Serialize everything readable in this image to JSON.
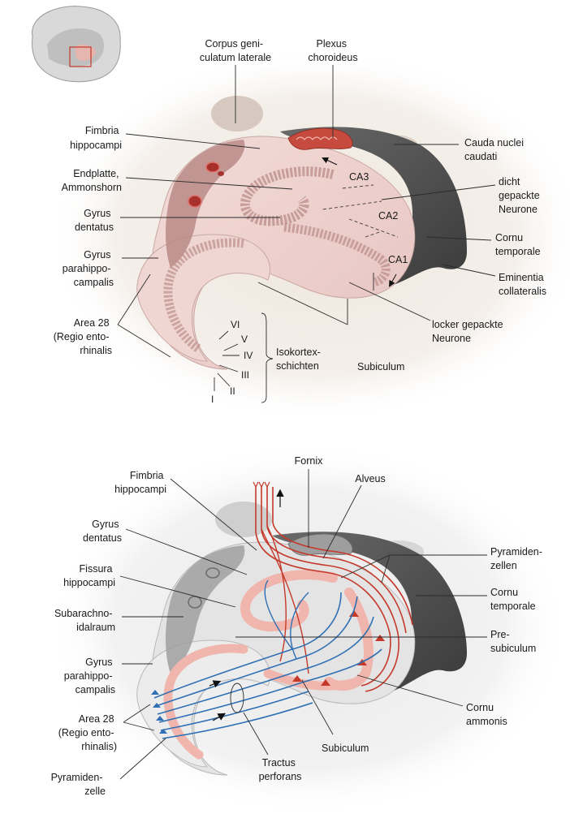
{
  "top_panel": {
    "labels": {
      "corpus_geniculatum": [
        "Corpus geni-",
        "culatum laterale"
      ],
      "plexus_choroideus": [
        "Plexus",
        "choroideus"
      ],
      "fimbria": [
        "Fimbria",
        "hippocampi"
      ],
      "cauda_nuclei": [
        "Cauda nuclei",
        "caudati"
      ],
      "endplatte": [
        "Endplatte,",
        "Ammonshorn"
      ],
      "dicht_gepackte": [
        "dicht",
        "gepackte",
        "Neurone"
      ],
      "gyrus_dentatus": [
        "Gyrus",
        "dentatus"
      ],
      "gyrus_parahippocampalis": [
        "Gyrus",
        "parahippo-",
        "campalis"
      ],
      "cornu_temporale": [
        "Cornu",
        "temporale"
      ],
      "eminentia_collateralis": [
        "Eminentia",
        "collateralis"
      ],
      "area_28": [
        "Area 28",
        "(Regio ento-",
        "rhinalis"
      ],
      "locker_gepackte": [
        "locker gepackte",
        "Neurone"
      ],
      "isokortex": [
        "Isokortex-",
        "schichten"
      ],
      "subiculum": [
        "Subiculum"
      ],
      "ca3": "CA3",
      "ca2": "CA2",
      "ca1": "CA1",
      "layers": [
        "VI",
        "V",
        "IV",
        "III",
        "II",
        "I"
      ]
    }
  },
  "bottom_panel": {
    "labels": {
      "fornix": [
        "Fornix"
      ],
      "alveus": [
        "Alveus"
      ],
      "fimbria": [
        "Fimbria",
        "hippocampi"
      ],
      "gyrus_dentatus": [
        "Gyrus",
        "dentatus"
      ],
      "pyramidenzellen": [
        "Pyramiden-",
        "zellen"
      ],
      "fissura": [
        "Fissura",
        "hippocampi"
      ],
      "cornu_temporale": [
        "Cornu",
        "temporale"
      ],
      "subarachnoidalraum": [
        "Subarachno-",
        "idalraum"
      ],
      "presubiculum": [
        "Pre-",
        "subiculum"
      ],
      "gyrus_parahippocampalis": [
        "Gyrus",
        "parahippo-",
        "campalis"
      ],
      "cornu_ammonis": [
        "Cornu",
        "ammonis"
      ],
      "area_28": [
        "Area 28",
        "(Regio ento-",
        "rhinalis)"
      ],
      "subiculum": [
        "Subiculum"
      ],
      "tractus_perforans": [
        "Tractus",
        "perforans"
      ],
      "pyramidenzelle": [
        "Pyramiden-",
        "zelle"
      ]
    }
  },
  "colors": {
    "tissue_pink": "#e8b3ad",
    "tissue_band": "#c98f8c",
    "ventricle_dark": "#555555",
    "efferent_red": "#c4392a",
    "afferent_blue": "#2f6fb3",
    "background_tissue": "#ece6df"
  }
}
